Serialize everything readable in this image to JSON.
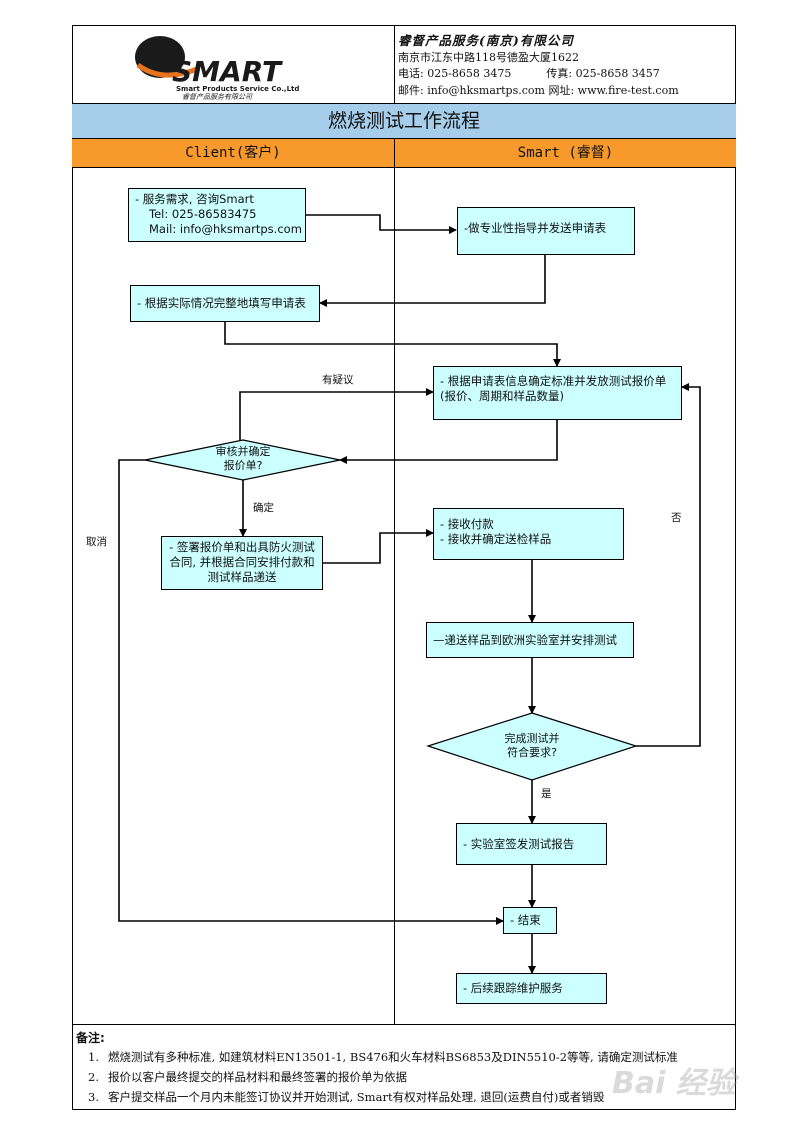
{
  "header": {
    "logo_text": "SMART",
    "logo_sub_en": "Smart Products Service Co.,Ltd",
    "logo_sub_cn": "睿督产品服务有限公司",
    "company_name": "睿督产品服务(南京)有限公司",
    "address": "南京市江东中路118号德盈大厦1622",
    "phone": "电话: 025-8658 3475",
    "fax": "传真: 025-8658 3457",
    "email_web": "邮件: info@hksmartps.com 网址: www.fire-test.com"
  },
  "title": "燃烧测试工作流程",
  "lanes": {
    "client": "Client(客户)",
    "smart": "Smart (睿督)"
  },
  "nodes": {
    "inquiry": [
      "- 服务需求, 咨询Smart",
      "Tel: 025-86583475",
      "Mail: info@hksmartps.com"
    ],
    "guide": "-做专业性指导并发送申请表",
    "fill_form": "- 根据实际情况完整地填写申请表",
    "quote": [
      "- 根据申请表信息确定标准并发放测试报价单",
      "(报价、周期和样品数量)"
    ],
    "review": [
      "审核并确定",
      "报价单?"
    ],
    "sign": [
      "- 签署报价单和出具防火测试",
      "合同, 并根据合同安排付款和",
      "测试样品递送"
    ],
    "receive": [
      "- 接收付款",
      "- 接收并确定送检样品"
    ],
    "send_lab": "—递送样品到欧洲实验室并安排测试",
    "test_ok": [
      "完成测试并",
      "符合要求?"
    ],
    "report": "- 实验室签发测试报告",
    "end": "- 结束",
    "followup": "- 后续跟踪维护服务"
  },
  "labels": {
    "has_doubt": "有疑议",
    "confirm": "确定",
    "cancel": "取消",
    "no": "否",
    "yes": "是"
  },
  "notes": {
    "heading": "备注:",
    "items": [
      {
        "num": "1.",
        "text": "燃烧测试有多种标准, 如建筑材料EN13501-1, BS476和火车材料BS6853及DIN5510-2等等, 请确定测试标准"
      },
      {
        "num": "2.",
        "text": "报价以客户最终提交的样品材料和最终签署的报价单为依据"
      },
      {
        "num": "3.",
        "text": "客户提交样品一个月内未能签订协议并开始测试, Smart有权对样品处理, 退回(运费自付)或者销毁"
      }
    ]
  },
  "watermark": "Bai 经验",
  "colors": {
    "title_bar": "#a6cdea",
    "lane_header": "#f79a2b",
    "box_fill": "#ccffff"
  }
}
